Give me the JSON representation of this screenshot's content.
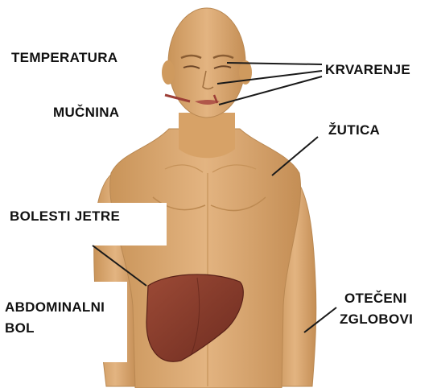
{
  "labels": {
    "temperatura": "TEMPERATURA",
    "mucnina": "MUČNINA",
    "krvarenje": "KRVARENJE",
    "zutica": "ŽUTICA",
    "bolesti_jetre": "BOLESTI JETRE",
    "abdominalni_line1": "ABDOMINALNI",
    "abdominalni_line2": "BOL",
    "oteceni_line1": "OTEČENI",
    "oteceni_line2": "ZGLOBOVI"
  },
  "colors": {
    "skin": "#d9a468",
    "skin_light": "#e6b98a",
    "skin_shadow": "#b98852",
    "liver": "#8e3f2e",
    "liver_dark": "#6e2c20",
    "lips": "#b0574a",
    "pointer": "#1a1a1a"
  }
}
